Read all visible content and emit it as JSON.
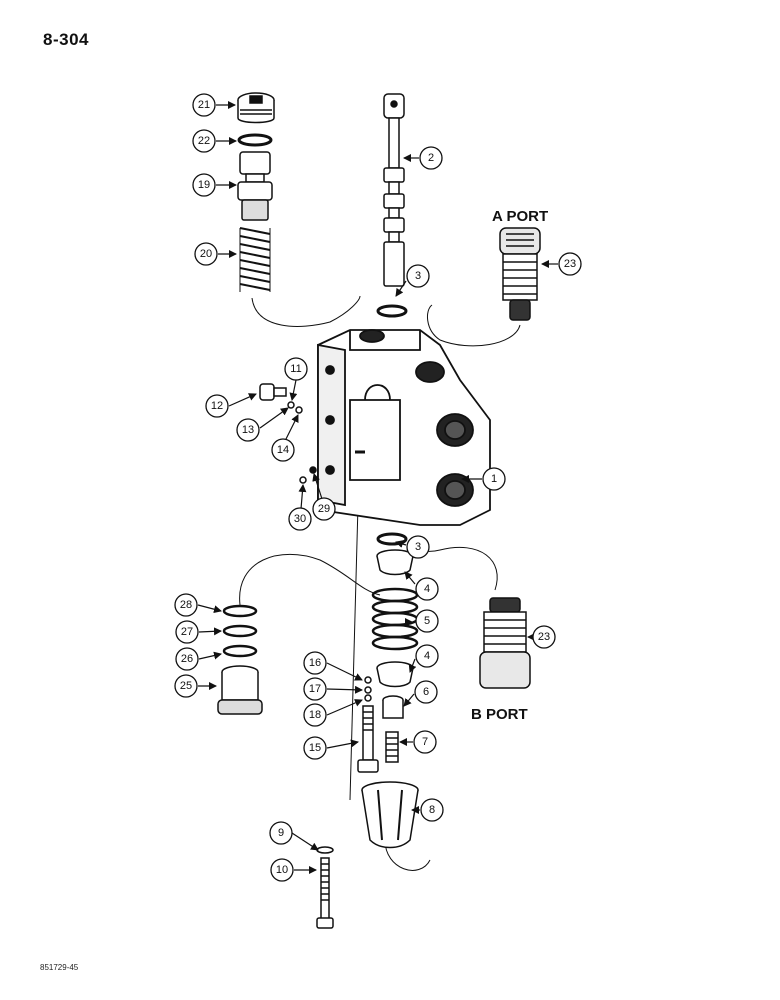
{
  "page": {
    "number": "8-304",
    "figure_code": "851729-45"
  },
  "labels": {
    "a_port": "A PORT",
    "b_port": "B PORT"
  },
  "callouts": [
    "1",
    "2",
    "3",
    "3",
    "4",
    "4",
    "5",
    "6",
    "7",
    "8",
    "9",
    "10",
    "11",
    "12",
    "13",
    "14",
    "15",
    "16",
    "17",
    "18",
    "19",
    "20",
    "21",
    "22",
    "23",
    "23",
    "25",
    "26",
    "27",
    "28",
    "29",
    "30"
  ],
  "colors": {
    "ink": "#111111",
    "paper": "#ffffff"
  }
}
